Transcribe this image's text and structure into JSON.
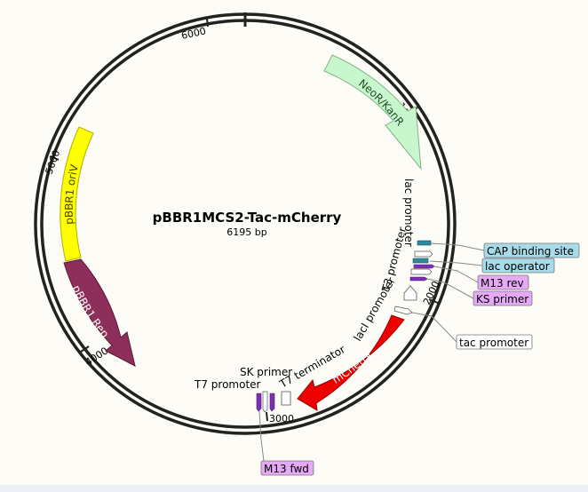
{
  "plasmid": {
    "name": "pBBR1MCS2-Tac-mCherry",
    "length": "6195 bp"
  },
  "ticks": [
    "1000",
    "2000",
    "3000",
    "4000",
    "5000",
    "6000"
  ],
  "arrows": {
    "neor": {
      "label": "NeoR/KanR",
      "fill": "#c9f7cd",
      "stroke": "#7fb585",
      "text_color": "#1f4d25"
    },
    "oriv": {
      "label": "pBBR1 oriV",
      "fill": "#ffff00",
      "stroke": "#b0b000",
      "text_color": "#444400"
    },
    "rep": {
      "label": "pBBR1 Rep",
      "fill": "#8e2f5b",
      "stroke": "#5a1b39",
      "text_color": "#ffffff"
    },
    "mcherry": {
      "label": "mCherry",
      "fill": "#ee0000",
      "stroke": "#990000",
      "text_color": "#ffffff"
    }
  },
  "features": {
    "lac_promoter": "lac promoter",
    "t3_promoter": "T3 promoter",
    "laci_promoter": "lacI promoter",
    "t7_terminator": "T7 terminator",
    "sk_primer": "SK primer",
    "t7_promoter": "T7 promoter"
  },
  "callouts": {
    "cap_binding_site": {
      "label": "CAP binding site",
      "fill": "#a8dbe9"
    },
    "lac_operator": {
      "label": "lac operator",
      "fill": "#a8dbe9"
    },
    "m13_rev": {
      "label": "M13 rev",
      "fill": "#e6a9f5"
    },
    "ks_primer": {
      "label": "KS primer",
      "fill": "#e6a9f5"
    },
    "tac_promoter": {
      "label": "tac promoter",
      "fill": "#ffffff"
    },
    "m13_fwd": {
      "label": "M13 fwd",
      "fill": "#e6a9f5"
    }
  },
  "colors": {
    "backbone": "#222222",
    "teal_feature": "#2b8b9b",
    "purple_feature": "#7b2fb5",
    "background": "#fdfcf6"
  }
}
